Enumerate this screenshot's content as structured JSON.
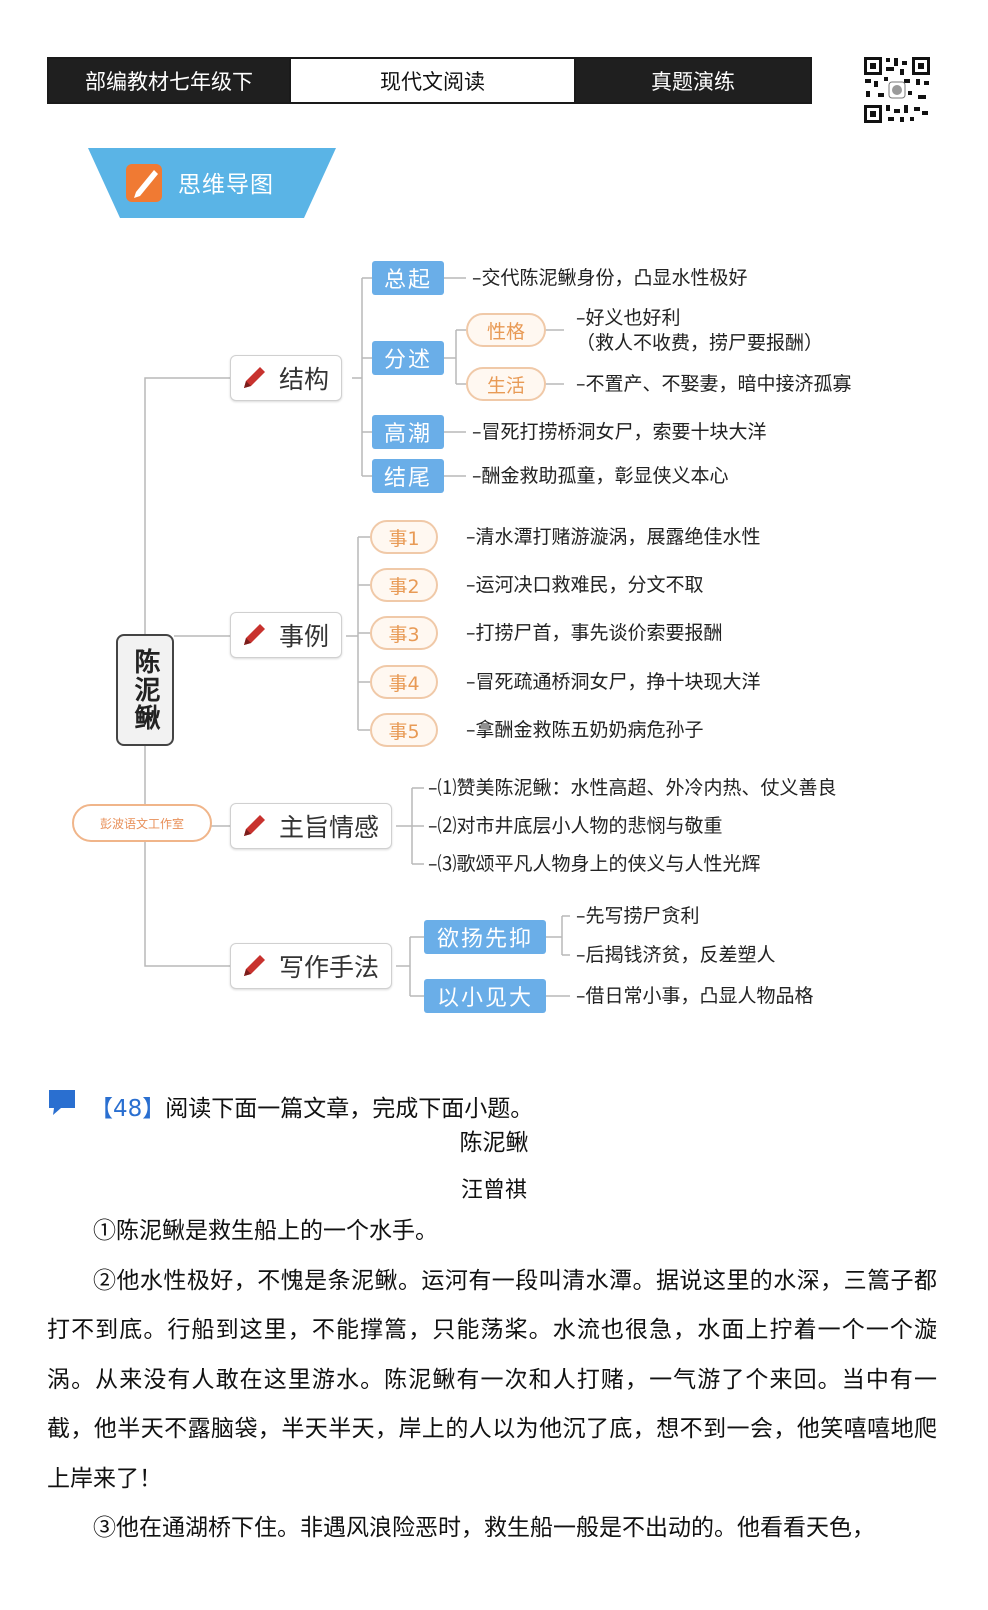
{
  "header": {
    "left": "部编教材七年级下",
    "middle": "现代文阅读",
    "right": "真题演练"
  },
  "banner": {
    "label": "思维导图"
  },
  "mindmap": {
    "root": "陈泥鳅",
    "studio_stamp": "彭波语文工作室",
    "structure": {
      "label": "结构",
      "items": [
        {
          "tag": "总起",
          "text": "–交代陈泥鳅身份，凸显水性极好"
        },
        {
          "tag": "分述",
          "subs": [
            {
              "tag": "性格",
              "text1": "–好义也好利",
              "text2": "（救人不收费，捞尸要报酬）"
            },
            {
              "tag": "生活",
              "text1": "–不置产、不娶妻，暗中接济孤寡"
            }
          ]
        },
        {
          "tag": "高潮",
          "text": "–冒死打捞桥洞女尸，索要十块大洋"
        },
        {
          "tag": "结尾",
          "text": "–酬金救助孤童，彰显侠义本心"
        }
      ]
    },
    "examples": {
      "label": "事例",
      "items": [
        {
          "tag": "事1",
          "text": "–清水潭打赌游漩涡，展露绝佳水性"
        },
        {
          "tag": "事2",
          "text": "–运河决口救难民，分文不取"
        },
        {
          "tag": "事3",
          "text": "–打捞尸首，事先谈价索要报酬"
        },
        {
          "tag": "事4",
          "text": "–冒死疏通桥洞女尸，挣十块现大洋"
        },
        {
          "tag": "事5",
          "text": "–拿酬金救陈五奶奶病危孙子"
        }
      ]
    },
    "theme": {
      "label": "主旨情感",
      "items": [
        "–⑴赞美陈泥鳅：水性高超、外冷内热、仗义善良",
        "–⑵对市井底层小人物的悲悯与敬重",
        "–⑶歌颂平凡人物身上的侠义与人性光辉"
      ]
    },
    "technique": {
      "label": "写作手法",
      "items": [
        {
          "tag": "欲扬先抑",
          "text1": "–先写捞尸贪利",
          "text2": "–后揭钱济贫，反差塑人"
        },
        {
          "tag": "以小见大",
          "text1": "–借日常小事，凸显人物品格"
        }
      ]
    }
  },
  "question": {
    "number": "【48】",
    "prompt": "阅读下面一篇文章，完成下面小题。"
  },
  "article": {
    "title": "陈泥鳅",
    "author": "汪曾祺",
    "paragraphs": [
      "①陈泥鳅是救生船上的一个水手。",
      "②他水性极好，不愧是条泥鳅。运河有一段叫清水潭。据说这里的水深，三篙子都打不到底。行船到这里，不能撑篙，只能荡桨。水流也很急，水面上拧着一个一个漩涡。从来没有人敢在这里游水。陈泥鳅有一次和人打赌，一气游了个来回。当中有一截，他半天不露脑袋，半天半天，岸上的人以为他沉了底，想不到一会，他笑嘻嘻地爬上岸来了！",
      "③他在通湖桥下住。非遇风浪险恶时，救生船一般是不出动的。他看看天色，"
    ]
  },
  "colors": {
    "banner": "#5ab4e6",
    "tag_blue": "#6aaee8",
    "pill_border": "#f0c9a8",
    "pill_text": "#e89a55",
    "pen": "#c8322e",
    "question_num": "#2a6fd0"
  }
}
